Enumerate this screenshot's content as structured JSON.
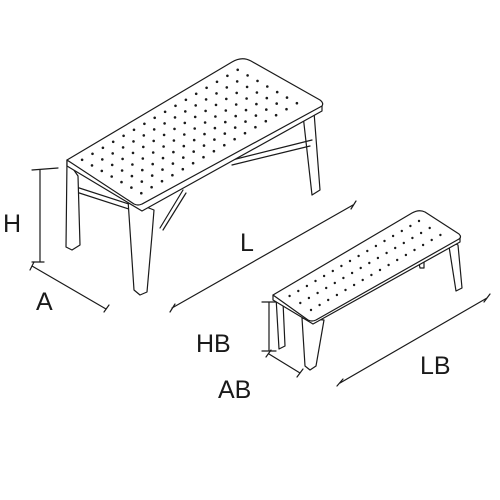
{
  "labels": {
    "table_height": "H",
    "table_width": "A",
    "table_length": "L",
    "bench_height": "HB",
    "bench_width": "AB",
    "bench_length": "LB"
  },
  "colors": {
    "line": "#1a1a1a",
    "background": "#ffffff"
  }
}
